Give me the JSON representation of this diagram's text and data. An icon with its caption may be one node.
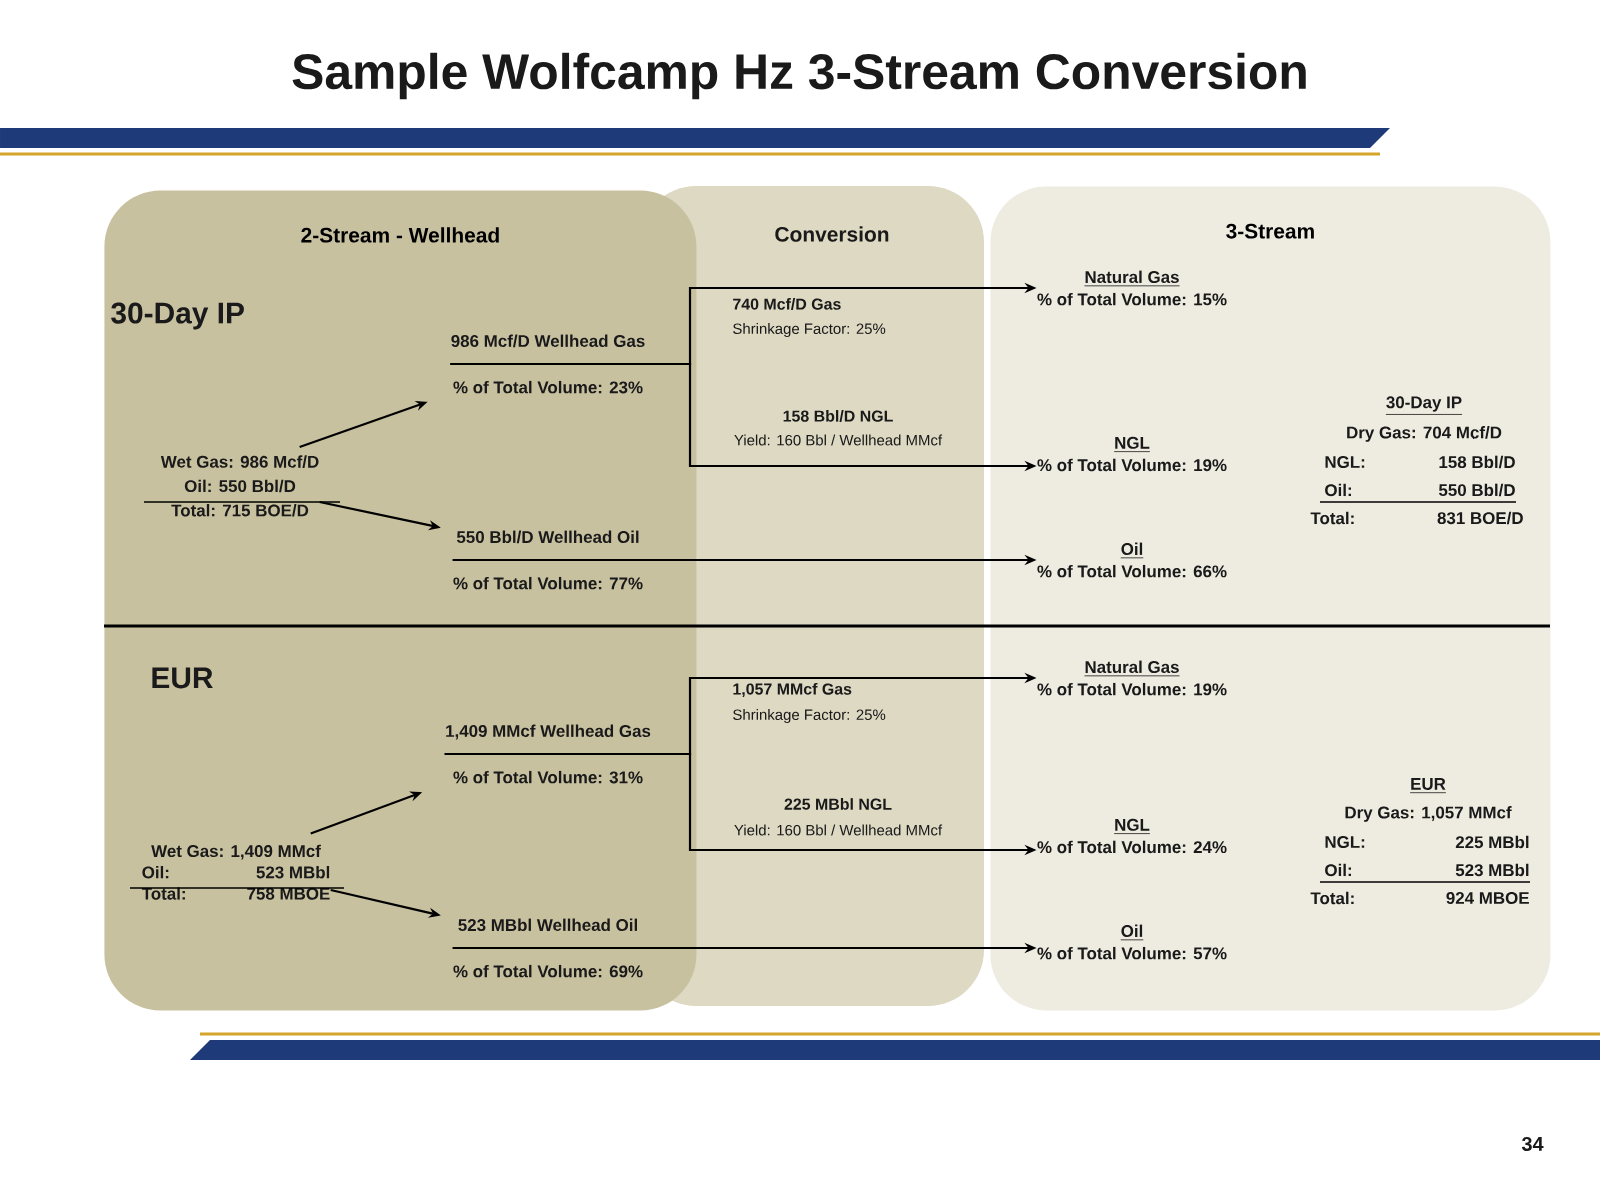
{
  "diagram": {
    "title": "Sample Wolfcamp Hz 3-Stream Conversion",
    "nodes": [
      {
        "text": [
          "2-Stream - Wellhead"
        ]
      },
      {
        "text": [
          "3-Stream"
        ]
      },
      {
        "text": [
          "Wet Gas: 986 Mcf/D",
          "Oil: 550 Bbl/D",
          "Total: 715 BOE/D"
        ],
        "in": 0
      },
      {
        "text": [
          "986 Mcf/D Wellhead Gas",
          "% of Total Volume: 23%"
        ],
        "in": 0
      },
      {
        "text": [
          "550 Bbl/D Wellhead Oil",
          "% of Total Volume: 77%"
        ],
        "in": 0
      },
      {
        "text": [
          "Natural Gas",
          "% of Total Volume: 15%"
        ],
        "in": 1
      },
      {
        "text": [
          "NGL",
          "% of Total Volume: 19%"
        ],
        "in": 1
      },
      {
        "text": [
          "Oil",
          "% of Total Volume: 66%"
        ],
        "in": 1
      },
      {
        "text": [
          "Wet Gas: 1,409 MMcf",
          "Oil:",
          "523 MBbl",
          "Total:",
          "758 MBOE"
        ],
        "in": 0
      },
      {
        "text": [
          "1,409 MMcf Wellhead Gas",
          "% of Total Volume: 31%"
        ],
        "in": 0
      },
      {
        "text": [
          "523 MBbl Wellhead Oil",
          "% of Total Volume: 69%"
        ],
        "in": 0
      },
      {
        "text": [
          "Natural Gas",
          "% of Total Volume: 19%"
        ],
        "in": 1
      },
      {
        "text": [
          "NGL",
          "% of Total Volume: 24%"
        ],
        "in": 1
      },
      {
        "text": [
          "Oil",
          "% of Total Volume: 57%"
        ],
        "in": 1
      }
    ],
    "edges": [
      {
        "from": 2,
        "to": 3,
        "arrow": "to"
      },
      {
        "from": 2,
        "to": 4,
        "arrow": "to"
      },
      {
        "from": 3,
        "to": 5,
        "arrow": "to"
      },
      {
        "from": 3,
        "to": 6,
        "arrow": "to"
      },
      {
        "from": 4,
        "to": 7,
        "arrow": "to"
      },
      {
        "from": 8,
        "to": 9,
        "arrow": "to"
      },
      {
        "from": 8,
        "to": 10,
        "arrow": "to"
      },
      {
        "from": 9,
        "to": 11,
        "arrow": "to"
      },
      {
        "from": 9,
        "to": 12,
        "arrow": "to"
      },
      {
        "from": 10,
        "to": 13,
        "arrow": "to"
      }
    ],
    "labels": [
      "Conversion",
      "30-Day IP",
      "740 Mcf/D Gas",
      "Shrinkage Factor: 25%",
      "158 Bbl/D NGL",
      "Yield: 160 Bbl / Wellhead MMcf",
      "30-Day IP",
      "Dry Gas: 704 Mcf/D",
      "NGL:",
      "158 Bbl/D",
      "Oil:",
      "550 Bbl/D",
      "Total:",
      "831 BOE/D",
      "EUR",
      "1,057 MMcf Gas",
      "Shrinkage Factor: 25%",
      "225 MBbl NGL",
      "Yield: 160 Bbl / Wellhead MMcf",
      "EUR",
      "Dry Gas: 1,057 MMcf",
      "NGL:",
      "225 MBbl",
      "Oil:",
      "523 MBbl",
      "Total:",
      "924 MBOE",
      "34"
    ]
  }
}
